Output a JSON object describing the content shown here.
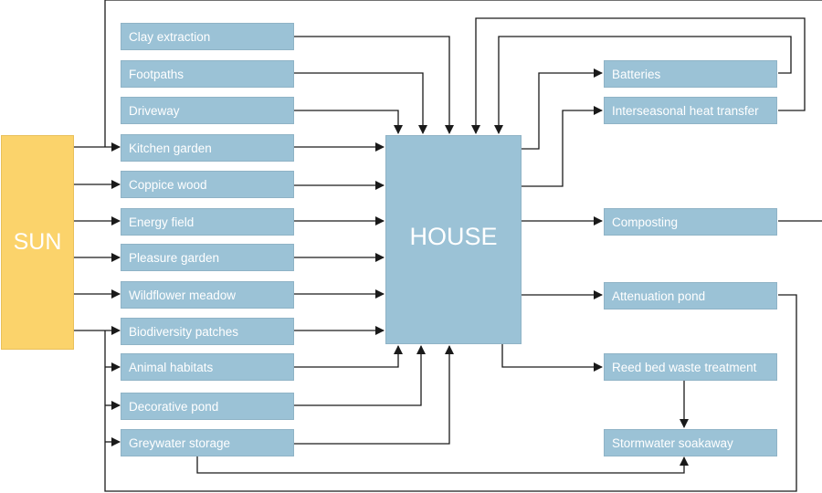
{
  "sun": {
    "label": "SUN"
  },
  "house": {
    "label": "HOUSE"
  },
  "inputs": [
    "Clay extraction",
    "Footpaths",
    "Driveway",
    "Kitchen garden",
    "Coppice wood",
    "Energy field",
    "Pleasure garden",
    "Wildflower meadow",
    "Biodiversity patches",
    "Animal habitats",
    "Decorative pond",
    "Greywater storage"
  ],
  "outputs": [
    "Batteries",
    "Interseasonal heat transfer",
    "Composting",
    "Attenuation pond",
    "Reed bed waste treatment",
    "Stormwater soakaway"
  ],
  "colors": {
    "box_fill": "#9bc2d6",
    "sun_fill": "#fbd36b",
    "line": "#1a1a1a",
    "text": "#ffffff"
  }
}
